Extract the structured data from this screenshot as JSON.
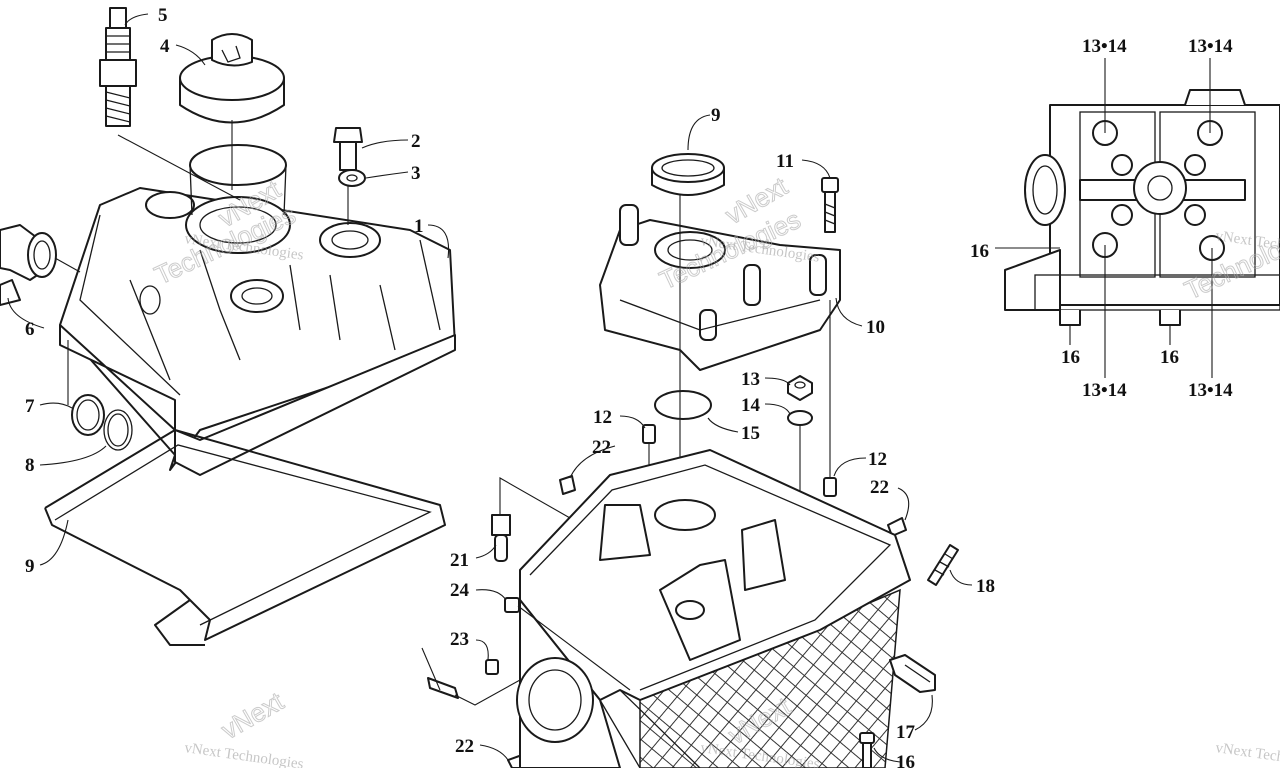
{
  "diagram": {
    "callouts": [
      {
        "id": "c1",
        "text": "1"
      },
      {
        "id": "c2",
        "text": "2"
      },
      {
        "id": "c3",
        "text": "3"
      },
      {
        "id": "c4",
        "text": "4"
      },
      {
        "id": "c5",
        "text": "5"
      },
      {
        "id": "c6",
        "text": "6"
      },
      {
        "id": "c7",
        "text": "7"
      },
      {
        "id": "c8",
        "text": "8"
      },
      {
        "id": "c9a",
        "text": "9"
      },
      {
        "id": "c9b",
        "text": "9"
      },
      {
        "id": "c10",
        "text": "10"
      },
      {
        "id": "c11",
        "text": "11"
      },
      {
        "id": "c12a",
        "text": "12"
      },
      {
        "id": "c12b",
        "text": "12"
      },
      {
        "id": "c13",
        "text": "13"
      },
      {
        "id": "c14",
        "text": "14"
      },
      {
        "id": "c15",
        "text": "15"
      },
      {
        "id": "c16a",
        "text": "16"
      },
      {
        "id": "c16b",
        "text": "16"
      },
      {
        "id": "c16c",
        "text": "16"
      },
      {
        "id": "c16d",
        "text": "16"
      },
      {
        "id": "c17",
        "text": "17"
      },
      {
        "id": "c18",
        "text": "18"
      },
      {
        "id": "c21",
        "text": "21"
      },
      {
        "id": "c22a",
        "text": "22"
      },
      {
        "id": "c22b",
        "text": "22"
      },
      {
        "id": "c22c",
        "text": "22"
      },
      {
        "id": "c23",
        "text": "23"
      },
      {
        "id": "c24",
        "text": "24"
      },
      {
        "id": "c1314a",
        "text": "13•14"
      },
      {
        "id": "c1314b",
        "text": "13•14"
      },
      {
        "id": "c1314c",
        "text": "13•14"
      },
      {
        "id": "c1314d",
        "text": "13•14"
      }
    ],
    "watermark": {
      "line1": "vNext",
      "line2": "Technologies",
      "full": "vNext Technologies"
    }
  }
}
